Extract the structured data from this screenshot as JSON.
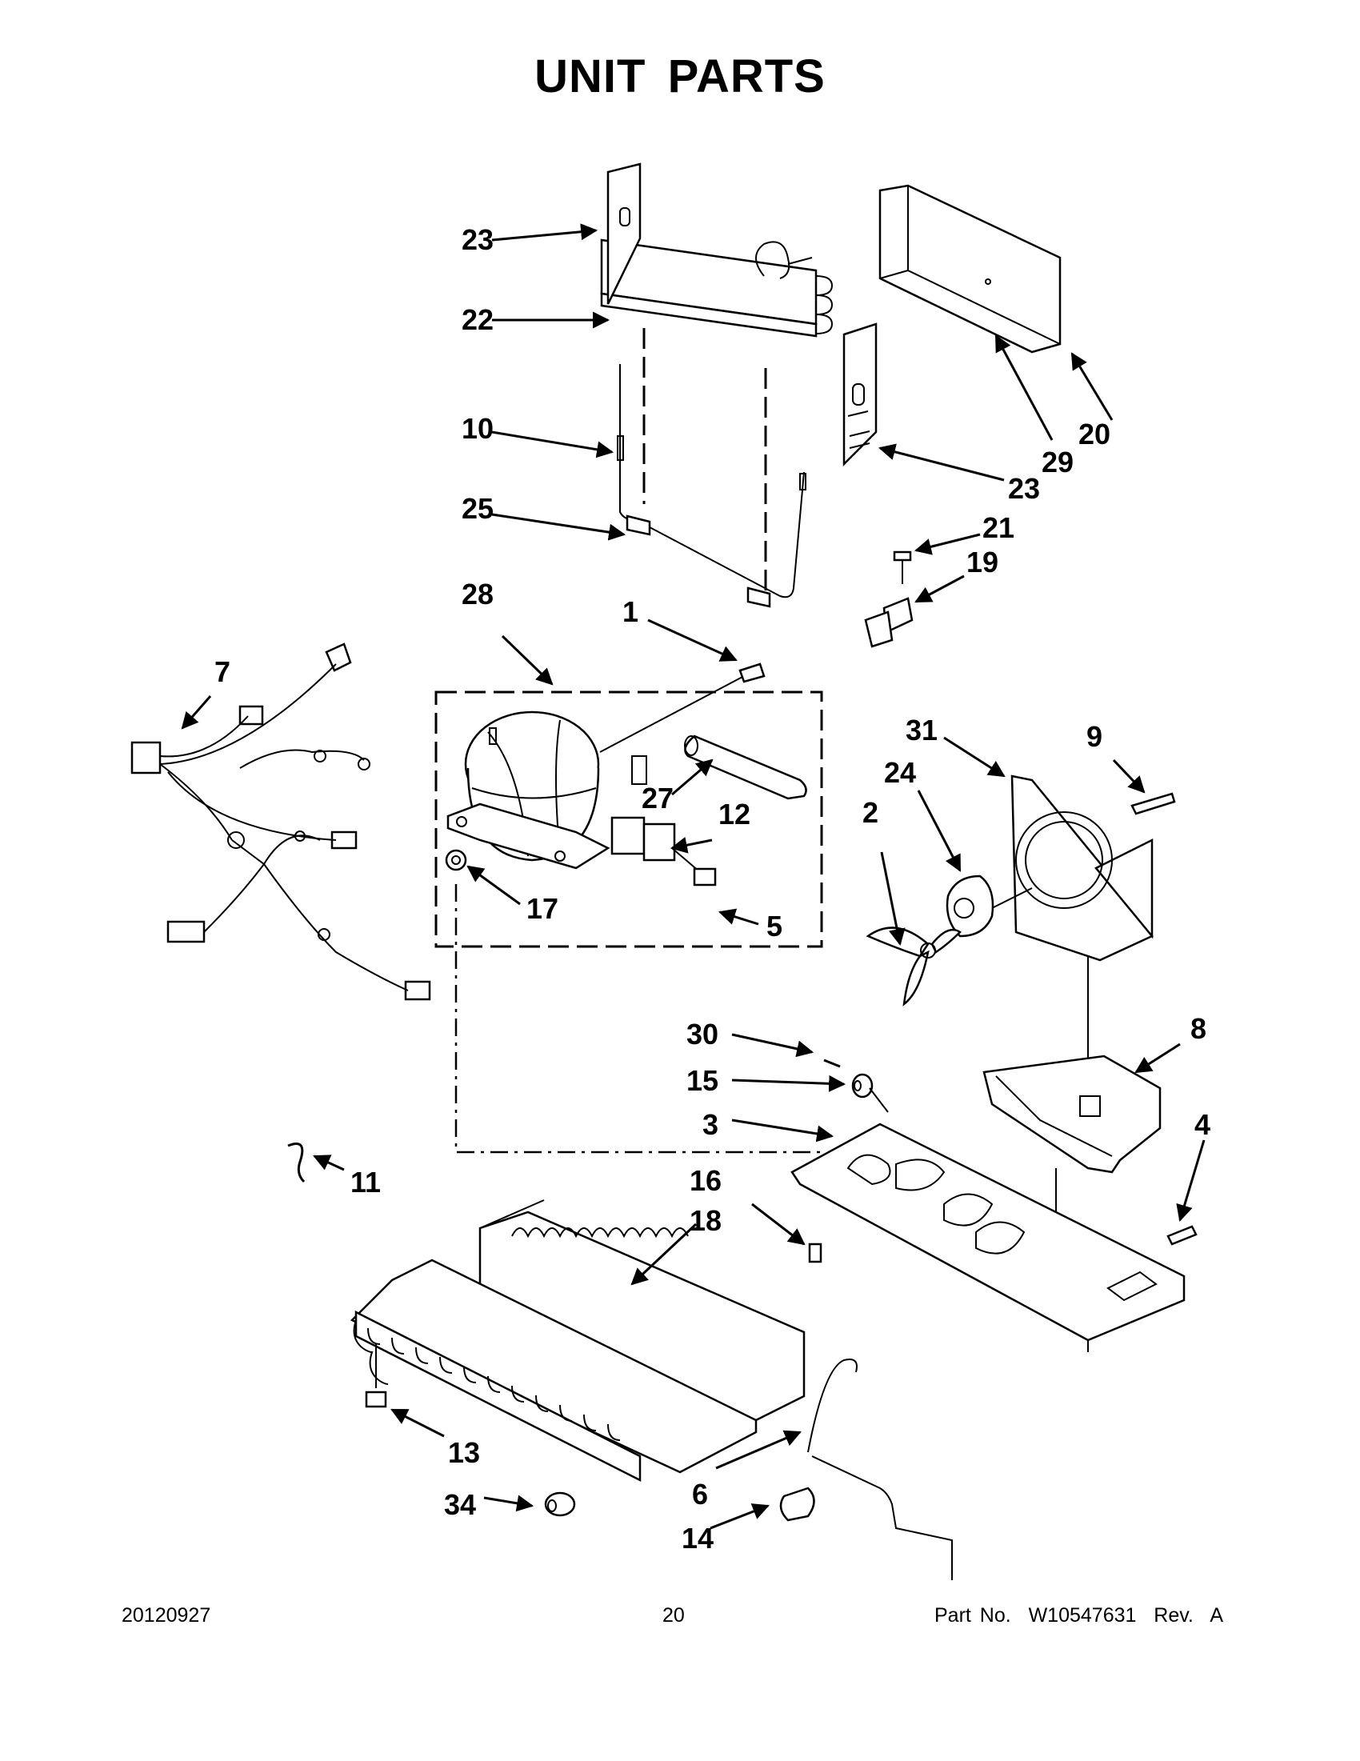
{
  "title": "UNIT PARTS",
  "callouts": [
    {
      "id": "c23a",
      "label": "23"
    },
    {
      "id": "c22",
      "label": "22"
    },
    {
      "id": "c10",
      "label": "10"
    },
    {
      "id": "c25",
      "label": "25"
    },
    {
      "id": "c28",
      "label": "28"
    },
    {
      "id": "c1",
      "label": "1"
    },
    {
      "id": "c7",
      "label": "7"
    },
    {
      "id": "c20",
      "label": "20"
    },
    {
      "id": "c29",
      "label": "29"
    },
    {
      "id": "c23b",
      "label": "23"
    },
    {
      "id": "c21",
      "label": "21"
    },
    {
      "id": "c19",
      "label": "19"
    },
    {
      "id": "c31",
      "label": "31"
    },
    {
      "id": "c9",
      "label": "9"
    },
    {
      "id": "c24",
      "label": "24"
    },
    {
      "id": "c2",
      "label": "2"
    },
    {
      "id": "c27",
      "label": "27"
    },
    {
      "id": "c12",
      "label": "12"
    },
    {
      "id": "c17",
      "label": "17"
    },
    {
      "id": "c5",
      "label": "5"
    },
    {
      "id": "c8",
      "label": "8"
    },
    {
      "id": "c30",
      "label": "30"
    },
    {
      "id": "c15",
      "label": "15"
    },
    {
      "id": "c3",
      "label": "3"
    },
    {
      "id": "c4",
      "label": "4"
    },
    {
      "id": "c11",
      "label": "11"
    },
    {
      "id": "c16",
      "label": "16"
    },
    {
      "id": "c18",
      "label": "18"
    },
    {
      "id": "c13",
      "label": "13"
    },
    {
      "id": "c6",
      "label": "6"
    },
    {
      "id": "c34",
      "label": "34"
    },
    {
      "id": "c14",
      "label": "14"
    }
  ],
  "footer": {
    "date": "20120927",
    "page": "20",
    "part_number": "Part No.  W10547631  Rev.  A"
  }
}
